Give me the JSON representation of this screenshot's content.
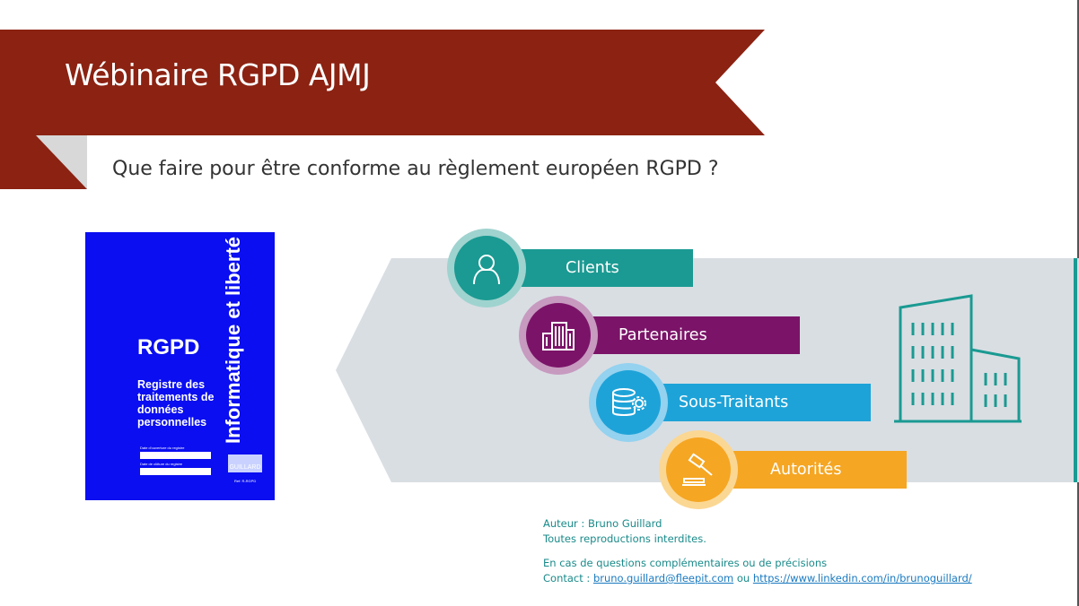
{
  "title": "Wébinaire RGPD AJMJ",
  "subtitle": "Que faire pour être conforme au règlement européen RGPD ?",
  "colors": {
    "banner": "#8b2212",
    "banner_fold": "#5a1a10",
    "grey_shape": "#d9dee3",
    "clients": "#1a9a92",
    "partenaires": "#7b1468",
    "sous_traitants": "#1ea3d8",
    "autorites": "#f5a623",
    "building": "#1a9a92"
  },
  "book": {
    "title": "RGPD",
    "subtitle": "Registre des traitements de données personnelles",
    "vertical_title": "Informatique et liberté",
    "field1_label": "Date d'ouverture du registre",
    "field2_label": "Date de clôture du registre",
    "brand": "GUILLARD",
    "ref": "Ref: R-RGPD"
  },
  "actors": [
    {
      "label": "Clients",
      "icon": "person-icon"
    },
    {
      "label": "Partenaires",
      "icon": "building-icon"
    },
    {
      "label": "Sous-Traitants",
      "icon": "database-gear-icon"
    },
    {
      "label": "Autorités",
      "icon": "gavel-icon"
    }
  ],
  "footer": {
    "author": "Auteur : Bruno Guillard",
    "rights": "Toutes reproductions interdites.",
    "questions": "En cas de questions complémentaires ou de précisions",
    "contact_prefix": "Contact : ",
    "email": "bruno.guillard@fleepit.com",
    "or": " ou ",
    "linkedin": "https://www.linkedin.com/in/brunoguillard/"
  }
}
